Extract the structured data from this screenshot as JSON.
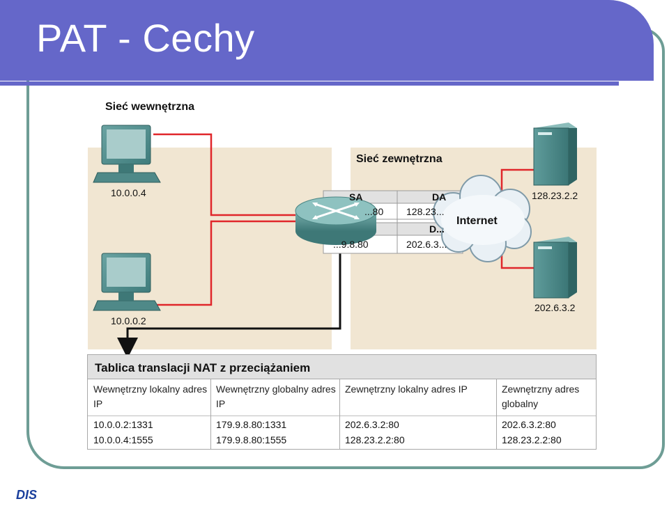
{
  "slide": {
    "title": "PAT - Cechy"
  },
  "diagram": {
    "inside_network_label": "Sieć wewnętrzna",
    "outside_network_label": "Sieć zewnętrzna",
    "internet_label": "Internet",
    "hosts": [
      {
        "ip": "10.0.0.4"
      },
      {
        "ip": "10.0.0.2"
      }
    ],
    "servers": [
      {
        "ip": "128.23.2.2"
      },
      {
        "ip": "202.6.3.2"
      }
    ],
    "packet_table": {
      "sa_header": "SA",
      "da_header": "DA",
      "row1_sa": "...80",
      "row1_da": "128.23...",
      "row2_da_header": "D...",
      "row2_sa": "...9.8.80",
      "row2_da": "202.6.3..."
    }
  },
  "nat_table": {
    "title": "Tablica translacji NAT z przeciążaniem",
    "columns": [
      "Wewnętrzny lokalny adres IP",
      "Wewnętrzny globalny adres IP",
      "Zewnętrzny lokalny adres IP",
      "Zewnętrzny adres globalny"
    ],
    "rows": [
      [
        "10.0.0.2:1331",
        "179.9.8.80:1331",
        "202.6.3.2:80",
        "202.6.3.2:80"
      ],
      [
        "10.0.0.4:1555",
        "179.9.8.80:1555",
        "128.23.2.2:80",
        "128.23.2.2:80"
      ]
    ]
  },
  "footer": {
    "logo_text": "DIS"
  },
  "colors": {
    "title_bar": "#6567c9",
    "frame": "#6e9d95",
    "zone_bg": "#f1e6d2",
    "link": "#e0262a"
  }
}
